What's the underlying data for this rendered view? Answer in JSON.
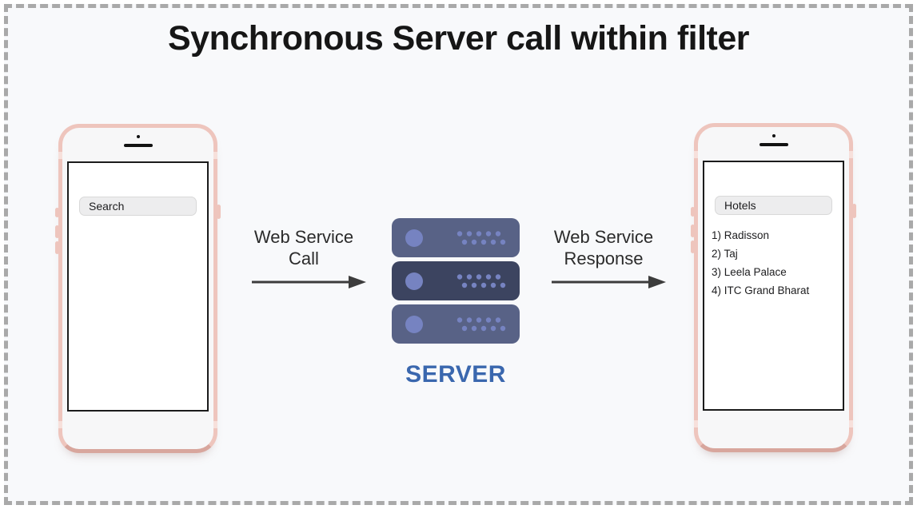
{
  "title": "Synchronous Server call within filter",
  "left_phone": {
    "search_field": "Search"
  },
  "flow": {
    "call_label": "Web Service\nCall",
    "response_label": "Web Service\nResponse"
  },
  "server": {
    "label": "SERVER"
  },
  "right_phone": {
    "field_label": "Hotels",
    "results": [
      "1) Radisson",
      "2) Taj",
      "3) Leela Palace",
      "4) ITC Grand Bharat"
    ]
  },
  "icons": {
    "server_icon": "server-stack",
    "camera_icon": "camera-dot",
    "speaker_icon": "speaker-slot",
    "arrow_icon": "right-arrow",
    "server_led_icon": "indicator-circle",
    "server_vents_icon": "dot-grid"
  },
  "colors": {
    "accent_blue": "#3a67ae",
    "server_unit": "#586286",
    "server_unit_dark": "#3c4460",
    "server_dot": "#7683c1",
    "phone_frame": "#eec5bd",
    "phone_frame_edge": "#d8a69d",
    "arrow": "#3c3c3c",
    "canvas_bg": "#f8f9fb",
    "dash_border": "#a9a9a9",
    "field_bg": "#ededee",
    "field_border": "#d9d9d9",
    "text_dark": "#1d1d1f"
  }
}
